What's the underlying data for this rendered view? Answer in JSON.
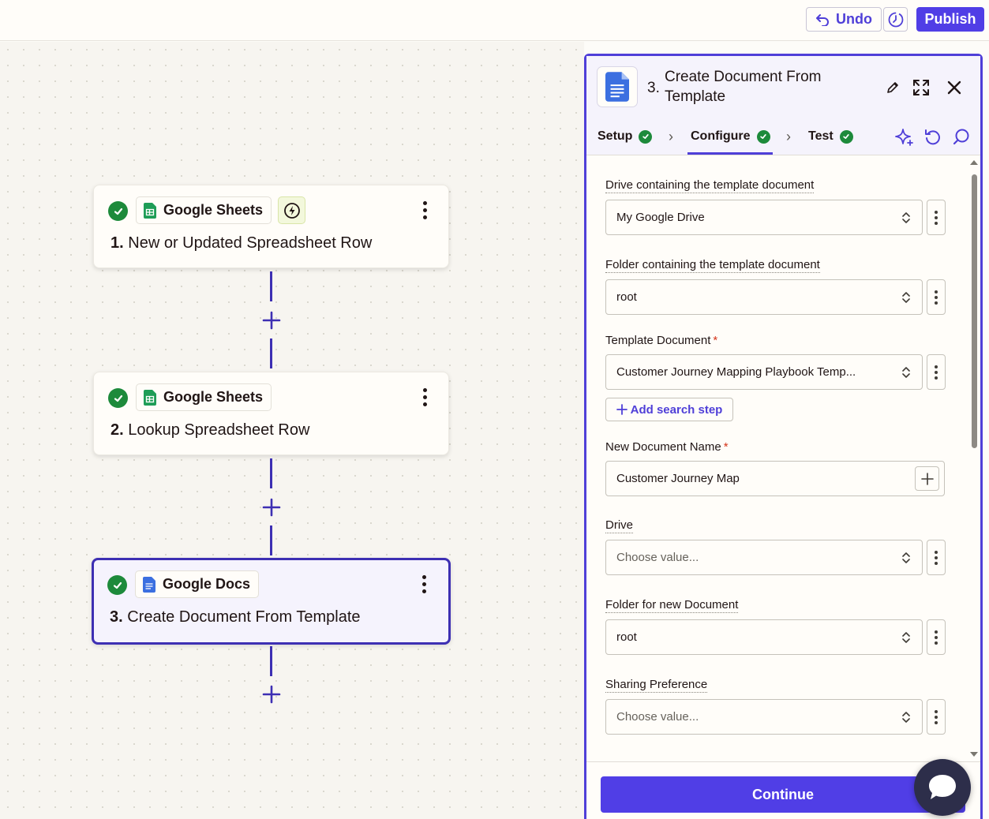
{
  "topbar": {
    "undo_label": "Undo",
    "publish_label": "Publish"
  },
  "steps": [
    {
      "app": "Google Sheets",
      "number": "1.",
      "title": "New or Updated Spreadsheet Row"
    },
    {
      "app": "Google Sheets",
      "number": "2.",
      "title": "Lookup Spreadsheet Row"
    },
    {
      "app": "Google Docs",
      "number": "3.",
      "title": "Create Document From Template"
    }
  ],
  "panel": {
    "number": "3.",
    "title": "Create Document From Template",
    "tabs": [
      {
        "label": "Setup"
      },
      {
        "label": "Configure"
      },
      {
        "label": "Test"
      }
    ],
    "fields": {
      "drive_template": {
        "label": "Drive containing the template document",
        "value": "My Google Drive"
      },
      "folder_template": {
        "label": "Folder containing the template document",
        "value": "root"
      },
      "template_doc": {
        "label": "Template Document",
        "required": "*",
        "value": "Customer Journey Mapping Playbook Temp..."
      },
      "add_search_label": "Add search step",
      "new_doc_name": {
        "label": "New Document Name",
        "required": "*",
        "value": "Customer Journey Map"
      },
      "drive": {
        "label": "Drive",
        "placeholder": "Choose value..."
      },
      "folder_new": {
        "label": "Folder for new Document",
        "value": "root"
      },
      "sharing": {
        "label": "Sharing Preference",
        "placeholder": "Choose value..."
      }
    },
    "continue_label": "Continue"
  },
  "colors": {
    "accent": "#503ee6",
    "success": "#1d8a3b",
    "selected_border": "#3d2fb3",
    "required": "#d5341a"
  },
  "icons": {
    "undo": "undo-icon",
    "history": "history-icon",
    "check": "check-circle-icon",
    "sheets": "google-sheets-icon",
    "docs": "google-docs-icon",
    "trigger": "lightning-icon",
    "more": "kebab-icon",
    "edit": "pencil-icon",
    "expand": "expand-icon",
    "close": "close-icon",
    "ai": "sparkle-icon",
    "refresh": "refresh-icon",
    "search": "search-icon",
    "chat": "chat-icon"
  }
}
